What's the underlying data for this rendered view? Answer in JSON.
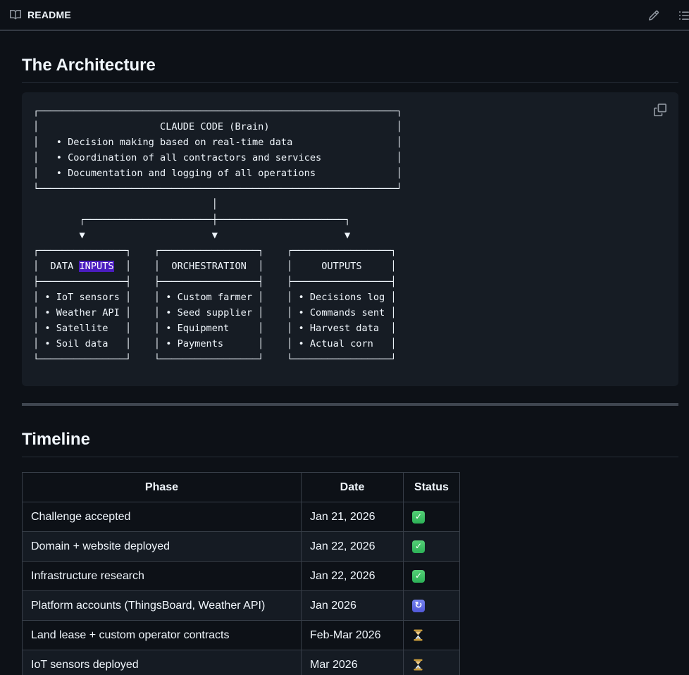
{
  "header": {
    "tab": "README"
  },
  "architecture": {
    "title": "The Architecture",
    "highlight_term": "INPUTS",
    "lines": [
      "┌──────────────────────────────────────────────────────────────┐",
      "│                     CLAUDE CODE (Brain)                      │",
      "│   • Decision making based on real-time data                  │",
      "│   • Coordination of all contractors and services             │",
      "│   • Documentation and logging of all operations              │",
      "└──────────────────────────────────────────────────────────────┘",
      "                               │",
      "        ┌──────────────────────┼──────────────────────┐",
      "        ▼                      ▼                      ▼",
      "┌───────────────┐    ┌─────────────────┐    ┌─────────────────┐",
      "│  DATA INPUTS  │    │  ORCHESTRATION  │    │     OUTPUTS     │",
      "├───────────────┤    ├─────────────────┤    ├─────────────────┤",
      "│ • IoT sensors │    │ • Custom farmer │    │ • Decisions log │",
      "│ • Weather API │    │ • Seed supplier │    │ • Commands sent │",
      "│ • Satellite   │    │ • Equipment     │    │ • Harvest data  │",
      "│ • Soil data   │    │ • Payments      │    │ • Actual corn   │",
      "└───────────────┘    └─────────────────┘    └─────────────────┘"
    ]
  },
  "timeline": {
    "title": "Timeline",
    "columns": [
      "Phase",
      "Date",
      "Status"
    ],
    "rows": [
      {
        "phase": "Challenge accepted",
        "date": "Jan 21, 2026",
        "status": "done"
      },
      {
        "phase": "Domain + website deployed",
        "date": "Jan 22, 2026",
        "status": "done"
      },
      {
        "phase": "Infrastructure research",
        "date": "Jan 22, 2026",
        "status": "done"
      },
      {
        "phase": "Platform accounts (ThingsBoard, Weather API)",
        "date": "Jan 2026",
        "status": "in-progress"
      },
      {
        "phase": "Land lease + custom operator contracts",
        "date": "Feb-Mar 2026",
        "status": "pending"
      },
      {
        "phase": "IoT sensors deployed",
        "date": "Mar 2026",
        "status": "pending"
      }
    ]
  },
  "colors": {
    "accent_tab_underline": "#f78166",
    "search_highlight": "#4a1cbe",
    "status_done": "#2cb257",
    "status_in_progress": "#5158d8",
    "status_pending": "#d9a33c"
  }
}
